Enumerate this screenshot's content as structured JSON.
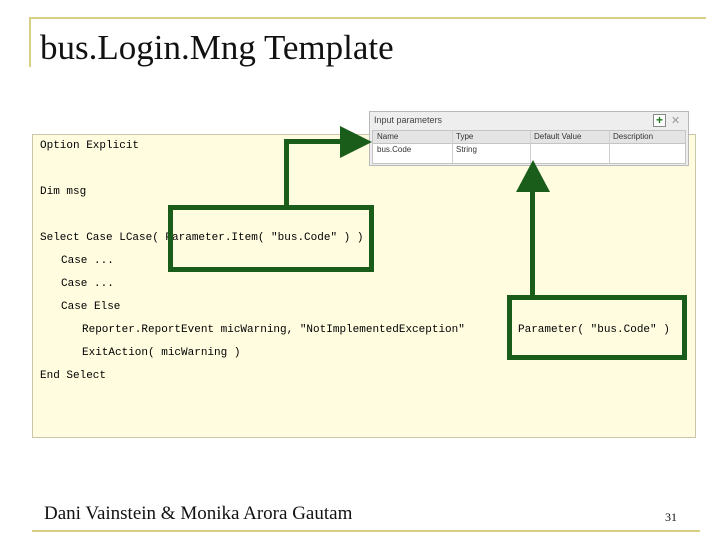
{
  "slide": {
    "title": "bus.Login.Mng Template",
    "footer": "Dani Vainstein & Monika Arora Gautam",
    "page_number": "31"
  },
  "panel": {
    "title": "Input parameters",
    "add_icon": "plus-icon",
    "delete_icon": "close-icon",
    "columns": [
      "Name",
      "Type",
      "Default Value",
      "Description"
    ],
    "row": [
      "bus.Code",
      "String",
      "",
      ""
    ]
  },
  "code": {
    "line1": "Option Explicit",
    "line2": "Dim msg",
    "line3": "Select Case LCase( Parameter.Item( \"bus.Code\" ) )",
    "line4": "Case ...",
    "line5": "Case ...",
    "line6": "Case Else",
    "line7": "Reporter.ReportEvent micWarning, \"NotImplementedException\"",
    "line7b": "Parameter( \"bus.Code\" )",
    "line8": "ExitAction( micWarning )",
    "line9": "End Select"
  },
  "colors": {
    "highlight": "#1a5c1a",
    "code_bg": "#fffce0",
    "frame": "#d8cf86"
  }
}
